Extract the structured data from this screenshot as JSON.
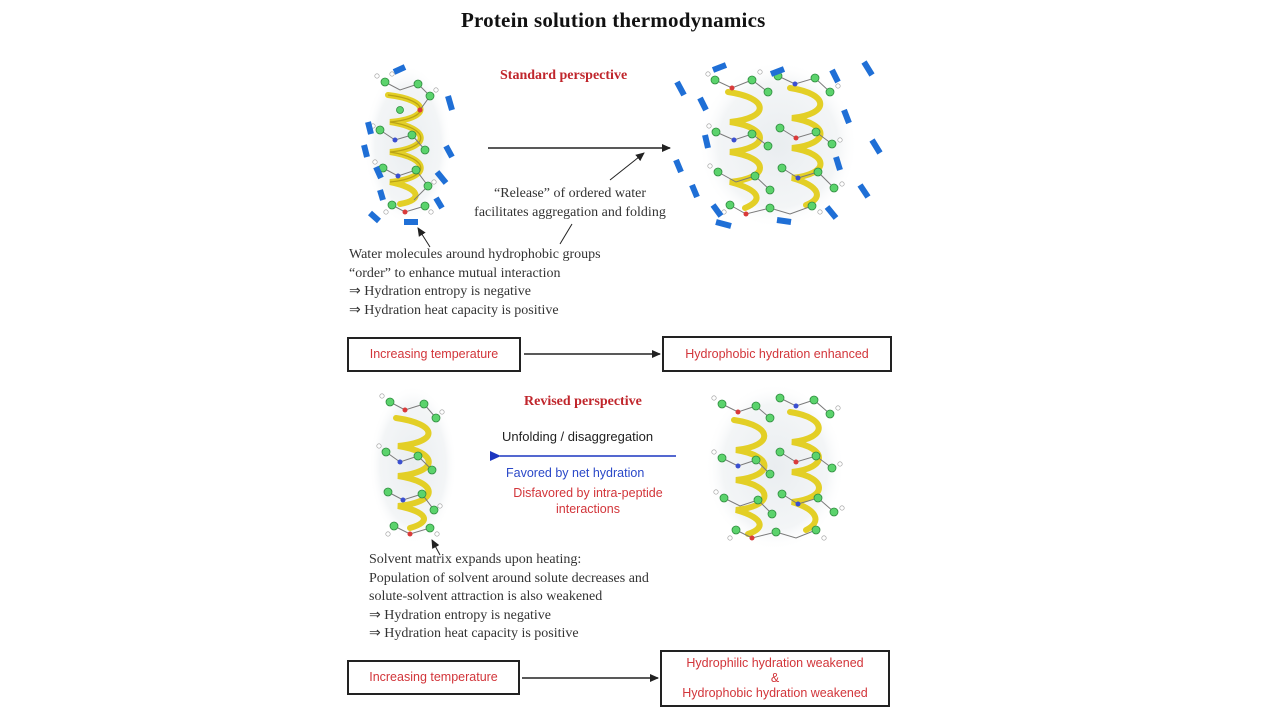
{
  "title": "Protein solution thermodynamics",
  "standard": {
    "heading": "Standard perspective",
    "release_text": [
      "“Release” of ordered water",
      "facilitates aggregation and folding"
    ],
    "water_text": [
      "Water molecules around hydrophobic groups",
      "“order” to enhance mutual interaction",
      "⇒ Hydration entropy is negative",
      "⇒ Hydration heat capacity is positive"
    ],
    "box_left": "Increasing temperature",
    "box_right": "Hydrophobic hydration enhanced"
  },
  "revised": {
    "heading": "Revised perspective",
    "process_label": "Unfolding / disaggregation",
    "favored": "Favored by net hydration",
    "disfavored": [
      "Disfavored by intra-peptide",
      "interactions"
    ],
    "solvent_text": [
      "Solvent matrix expands upon heating:",
      "Population of solvent around solute decreases and",
      "solute-solvent attraction is also weakened",
      "⇒ Hydration entropy is negative",
      "⇒ Hydration heat capacity is positive"
    ],
    "box_left": "Increasing temperature",
    "box_right": [
      "Hydrophilic hydration weakened",
      "&",
      "Hydrophobic hydration weakened"
    ]
  },
  "colors": {
    "red": "#c0262c",
    "blue": "#2a48c8",
    "water_dash": "#1f6fd6",
    "helix": "#e6d12a"
  },
  "icons": {
    "molecule_left_top": "peptide-helix-icon",
    "molecule_right_top": "peptide-dimer-icon",
    "molecule_left_bottom": "peptide-helix-icon",
    "molecule_right_bottom": "peptide-dimer-icon"
  }
}
